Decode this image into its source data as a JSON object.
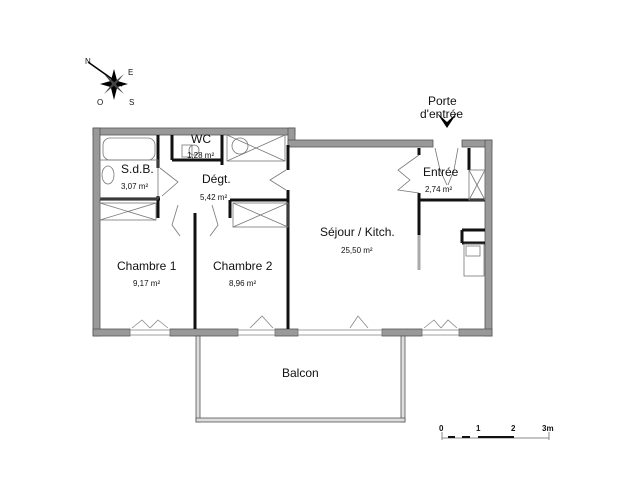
{
  "plan": {
    "entrance_label_line1": "Porte",
    "entrance_label_line2": "d'entrée",
    "rooms": [
      {
        "name": "S.d.B.",
        "area": "3,07 m²"
      },
      {
        "name": "WC",
        "area": "1,28 m²"
      },
      {
        "name": "Dégt.",
        "area": "5,42 m²"
      },
      {
        "name": "Entrée",
        "area": "2,74 m²"
      },
      {
        "name": "Séjour / Kitch.",
        "area": "25,50 m²"
      },
      {
        "name": "Chambre 1",
        "area": "9,17 m²"
      },
      {
        "name": "Chambre 2",
        "area": "8,96 m²"
      },
      {
        "name": "Balcon",
        "area": ""
      }
    ],
    "compass": {
      "n": "N",
      "e": "E",
      "s": "S",
      "o": "O"
    },
    "scale": {
      "t0": "0",
      "t1": "1",
      "t2": "2",
      "t3": "3m"
    },
    "colors": {
      "wall": "#999999",
      "wall_stroke": "#555555",
      "partition": "#111111"
    }
  }
}
